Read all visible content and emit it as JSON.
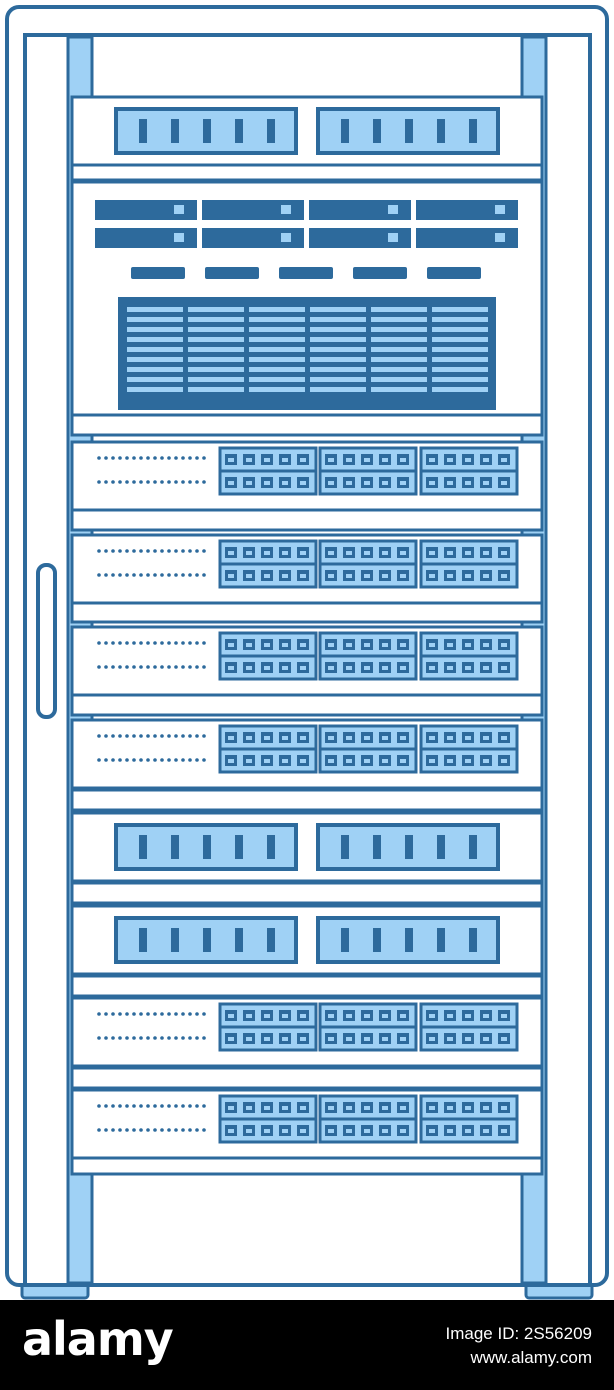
{
  "illustration": {
    "subject": "server-rack-icon",
    "colors": {
      "stroke": "#2d6a9c",
      "fill_light": "#9fd1f5",
      "fill_pale": "#e9f4fc",
      "background": "#ffffff"
    },
    "units": [
      {
        "kind": "drive-bay-unit"
      },
      {
        "kind": "storage-unit"
      },
      {
        "kind": "switch-unit"
      },
      {
        "kind": "switch-unit"
      },
      {
        "kind": "switch-unit"
      },
      {
        "kind": "switch-unit"
      },
      {
        "kind": "drive-bay-unit"
      },
      {
        "kind": "drive-bay-unit"
      },
      {
        "kind": "switch-unit"
      },
      {
        "kind": "switch-unit"
      }
    ]
  },
  "footer": {
    "brand": "alamy",
    "image_id": "Image ID: 2S56209",
    "site": "www.alamy.com"
  }
}
